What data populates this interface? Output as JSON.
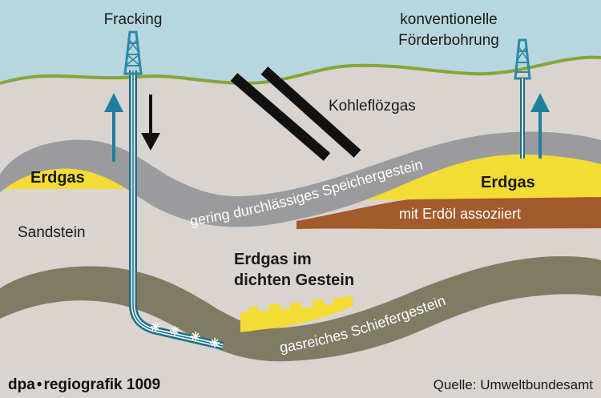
{
  "labels": {
    "fracking": "Fracking",
    "conventional_line1": "konventionelle",
    "conventional_line2": "Förderbohrung",
    "coal_gas": "Kohleflözgas",
    "gas_left": "Erdgas",
    "gas_right": "Erdgas",
    "low_permeable": "gering durchlässiges Speichergestein",
    "oil_associated": "mit Erdöl assoziiert",
    "sandstone": "Sandstein",
    "tight_gas_line1": "Erdgas im",
    "tight_gas_line2": "dichten Gestein",
    "shale": "gasreiches Schiefergestein"
  },
  "footer": {
    "agency_prefix": "dpa",
    "agency_rest": "regiografik 1009",
    "source": "Quelle: Umweltbundesamt"
  },
  "colors": {
    "sky": "#b8d6df",
    "ground": "#d9d4cf",
    "grass": "#86a53a",
    "reservoir_rock": "#9b9b9e",
    "gas_yellow": "#f3dc34",
    "oil_brown": "#a35a2d",
    "shale": "#807b63",
    "rig_blue": "#2b8aa5",
    "arrow_blue": "#1e7f9d",
    "coal_black": "#111111"
  },
  "icons": [
    "drilling-rig-icon",
    "up-arrow-icon",
    "down-arrow-icon",
    "fracture-spark-icon"
  ]
}
